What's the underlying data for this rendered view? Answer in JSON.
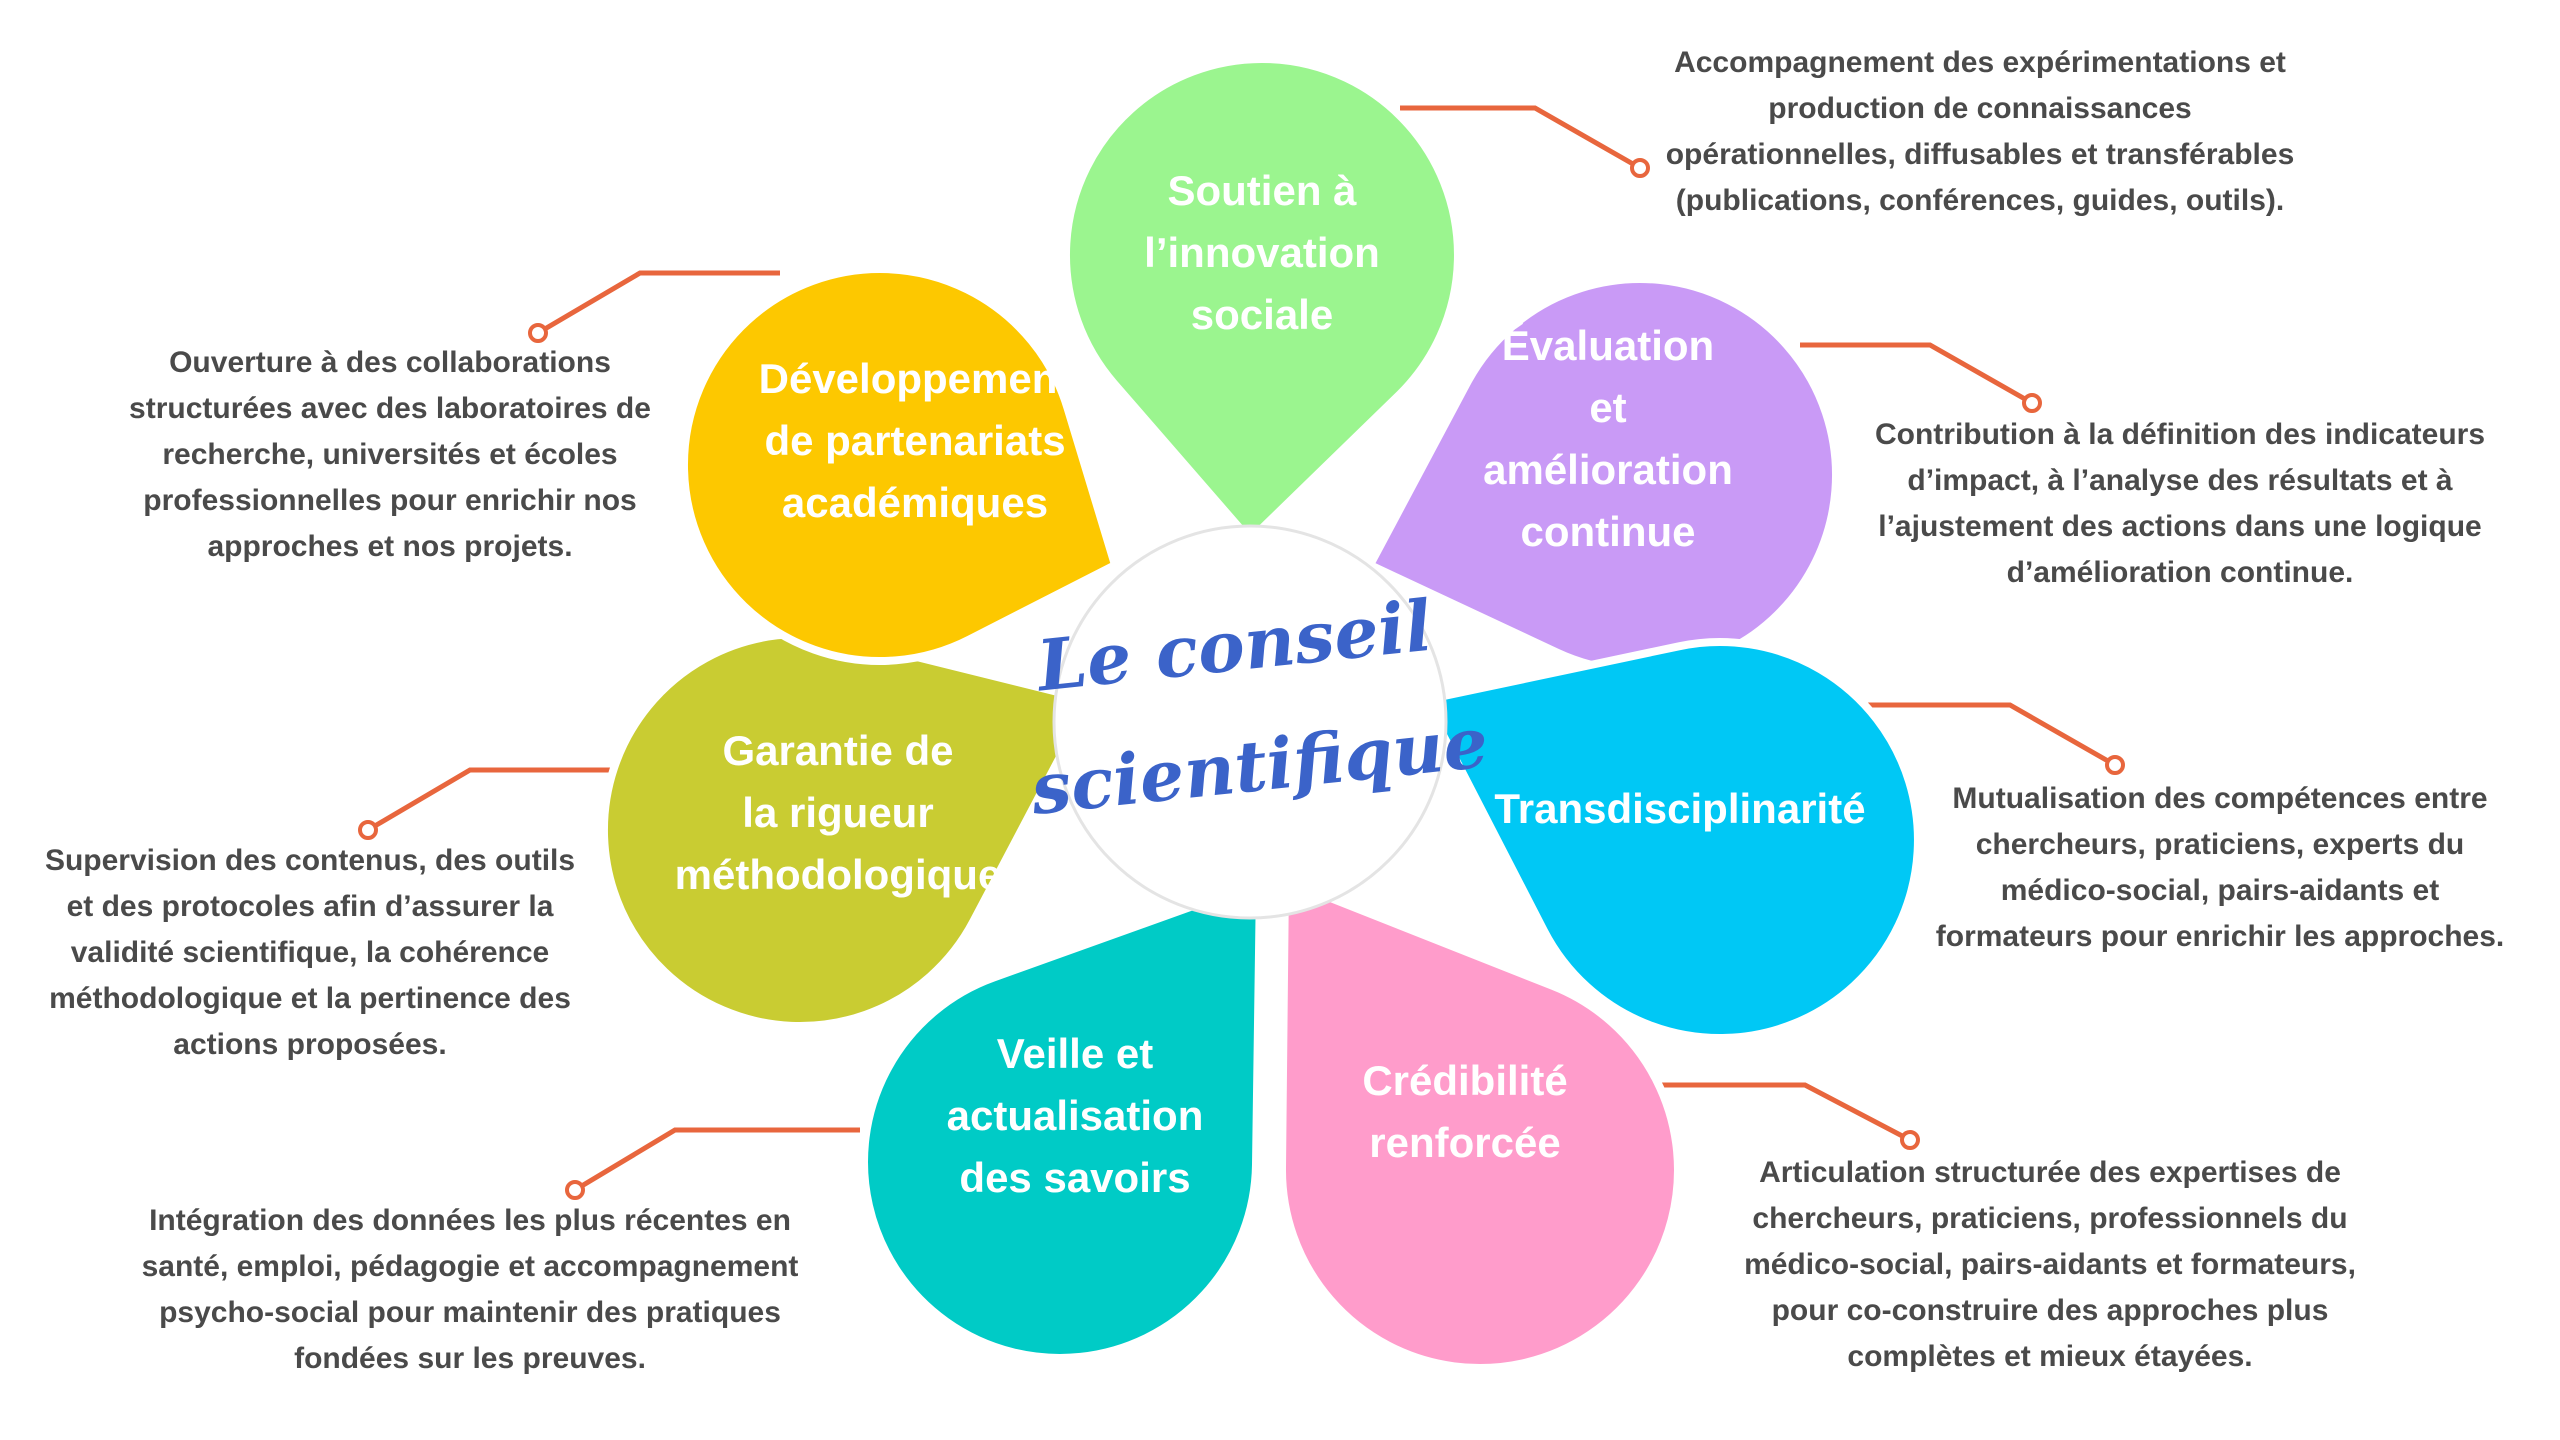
{
  "center": {
    "title_lines": [
      "Le conseil",
      "scientifique"
    ]
  },
  "colors": {
    "connector": "#e8663d",
    "center_fill": "#ffffff",
    "center_text": "#3b63c9",
    "description_text": "#4a4a4a"
  },
  "petals": [
    {
      "id": "soutien",
      "color": "#9bf58f",
      "label_lines": [
        "Soutien à",
        "l’innovation",
        "sociale"
      ],
      "description_lines": [
        "Accompagnement des expérimentations et",
        "production de connaissances",
        "opérationnelles, diffusables et transférables",
        "(publications, conférences, guides, outils)."
      ]
    },
    {
      "id": "evaluation",
      "color": "#c99af6",
      "label_lines": [
        "Évaluation",
        "et",
        "amélioration",
        "continue"
      ],
      "description_lines": [
        "Contribution à la définition des indicateurs",
        "d’impact, à l’analyse des résultats et à",
        "l’ajustement des actions dans une logique",
        "d’amélioration continue."
      ]
    },
    {
      "id": "transdisciplinarite",
      "color": "#00c8f5",
      "label_lines": [
        "Transdisciplinarité"
      ],
      "description_lines": [
        "Mutualisation des compétences entre",
        "chercheurs, praticiens, experts du",
        "médico-social, pairs-aidants et",
        "formateurs pour enrichir les approches."
      ]
    },
    {
      "id": "credibilite",
      "color": "#ff9ccb",
      "label_lines": [
        "Crédibilité",
        "renforcée"
      ],
      "description_lines": [
        "Articulation structurée des expertises de",
        "chercheurs, praticiens, professionnels du",
        "médico-social, pairs-aidants et formateurs,",
        "pour co-construire des approches plus",
        "complètes et mieux étayées."
      ]
    },
    {
      "id": "veille",
      "color": "#00cbc6",
      "label_lines": [
        "Veille et",
        "actualisation",
        "des savoirs"
      ],
      "description_lines": [
        "Intégration des données les plus récentes en",
        "santé, emploi, pédagogie et accompagnement",
        "psycho-social pour maintenir des pratiques",
        "fondées sur les preuves."
      ]
    },
    {
      "id": "garantie",
      "color": "#c9cc32",
      "label_lines": [
        "Garantie de",
        "la rigueur",
        "méthodologique"
      ],
      "description_lines": [
        "Supervision des contenus, des outils",
        "et des protocoles afin d’assurer la",
        "validité scientifique, la cohérence",
        "méthodologique et la pertinence des",
        "actions proposées."
      ]
    },
    {
      "id": "partenariats",
      "color": "#fdc800",
      "label_lines": [
        "Développement",
        "de partenariats",
        "académiques"
      ],
      "description_lines": [
        "Ouverture à des collaborations",
        "structurées avec des laboratoires de",
        "recherche, universités et écoles",
        "professionnelles pour enrichir nos",
        "approches et nos projets."
      ]
    }
  ]
}
